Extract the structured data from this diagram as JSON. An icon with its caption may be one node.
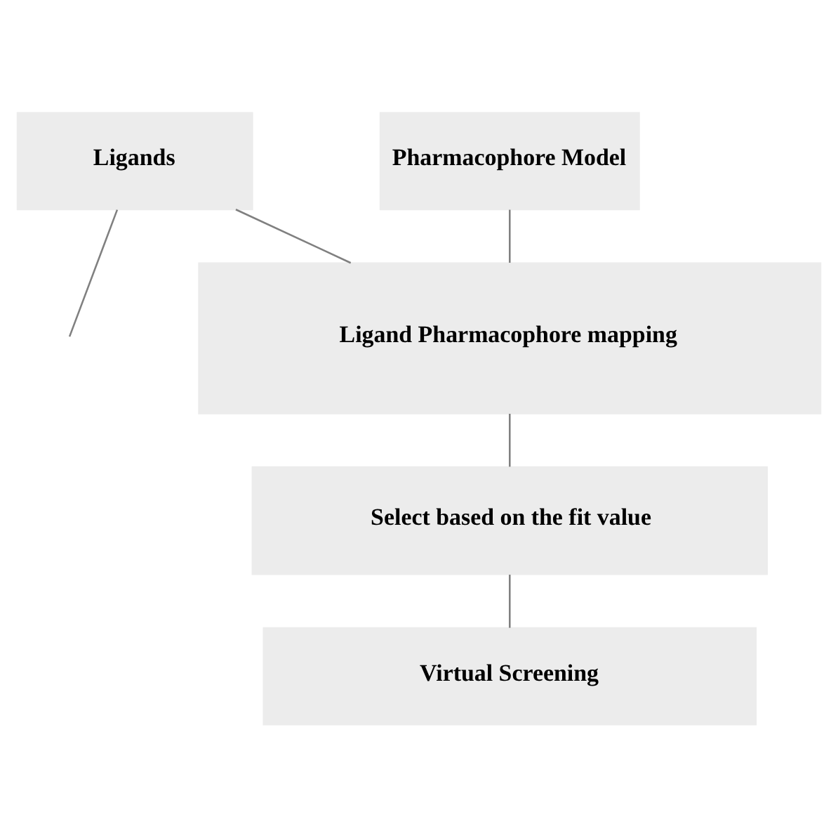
{
  "diagram": {
    "nodes": [
      {
        "text": [
          "Ligands"
        ]
      },
      {
        "text": [
          "Pharmacophore Model"
        ]
      },
      {
        "text": [
          "Ligand Pharmacophore mapping"
        ]
      },
      {
        "text": [
          "Select based on the fit value"
        ]
      },
      {
        "text": [
          "Virtual Screening"
        ]
      }
    ],
    "edges": [
      {
        "from": 0,
        "to": null,
        "arrow": "none"
      },
      {
        "from": 0,
        "to": 2,
        "arrow": "none"
      },
      {
        "from": 1,
        "to": 2,
        "arrow": "none"
      },
      {
        "from": 2,
        "to": 3,
        "arrow": "none"
      },
      {
        "from": 3,
        "to": 4,
        "arrow": "none"
      }
    ]
  }
}
